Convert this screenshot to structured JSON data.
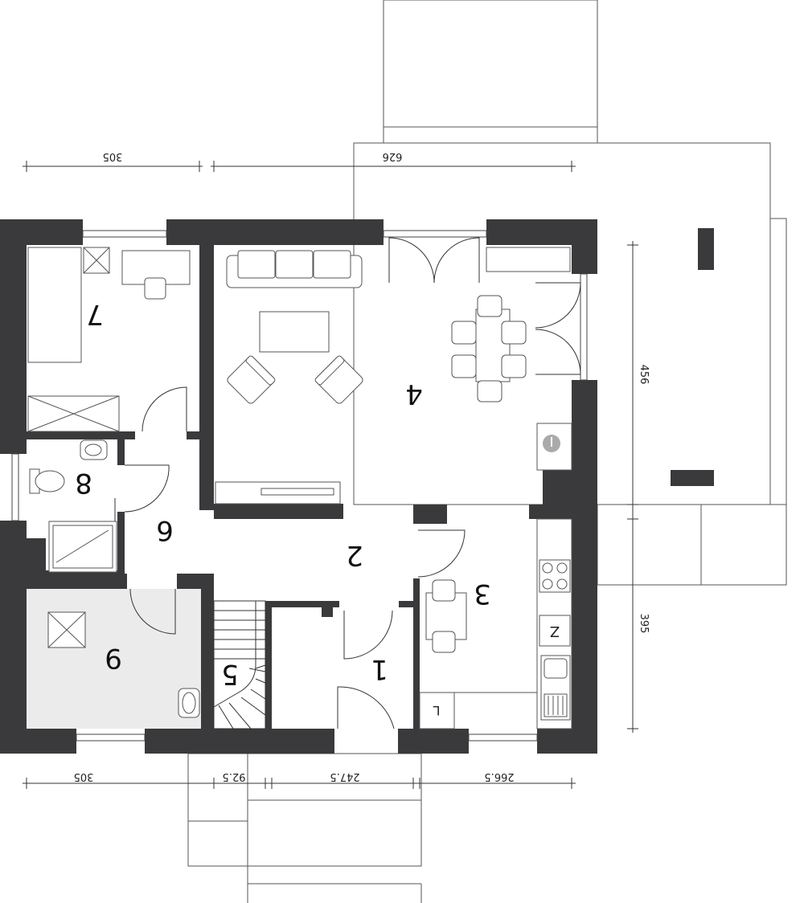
{
  "rooms": [
    {
      "id": "1",
      "label": "1"
    },
    {
      "id": "2",
      "label": "2"
    },
    {
      "id": "3",
      "label": "3"
    },
    {
      "id": "4",
      "label": "4"
    },
    {
      "id": "5",
      "label": "5"
    },
    {
      "id": "6",
      "label": "6"
    },
    {
      "id": "7",
      "label": "7"
    },
    {
      "id": "8",
      "label": "8"
    },
    {
      "id": "9",
      "label": "9"
    }
  ],
  "dimensions": {
    "top_left": "305",
    "top_right": "626",
    "bottom_1": "305",
    "bottom_2": "92.5",
    "bottom_3": "247.5",
    "bottom_4": "266.5",
    "right_upper": "456",
    "right_lower": "395"
  },
  "kitchen_marks": {
    "fridge": "Z",
    "cabinet": "L"
  },
  "colors": {
    "wall": "#3a3a3c",
    "tile": "#ebebeb",
    "line": "#555555"
  }
}
